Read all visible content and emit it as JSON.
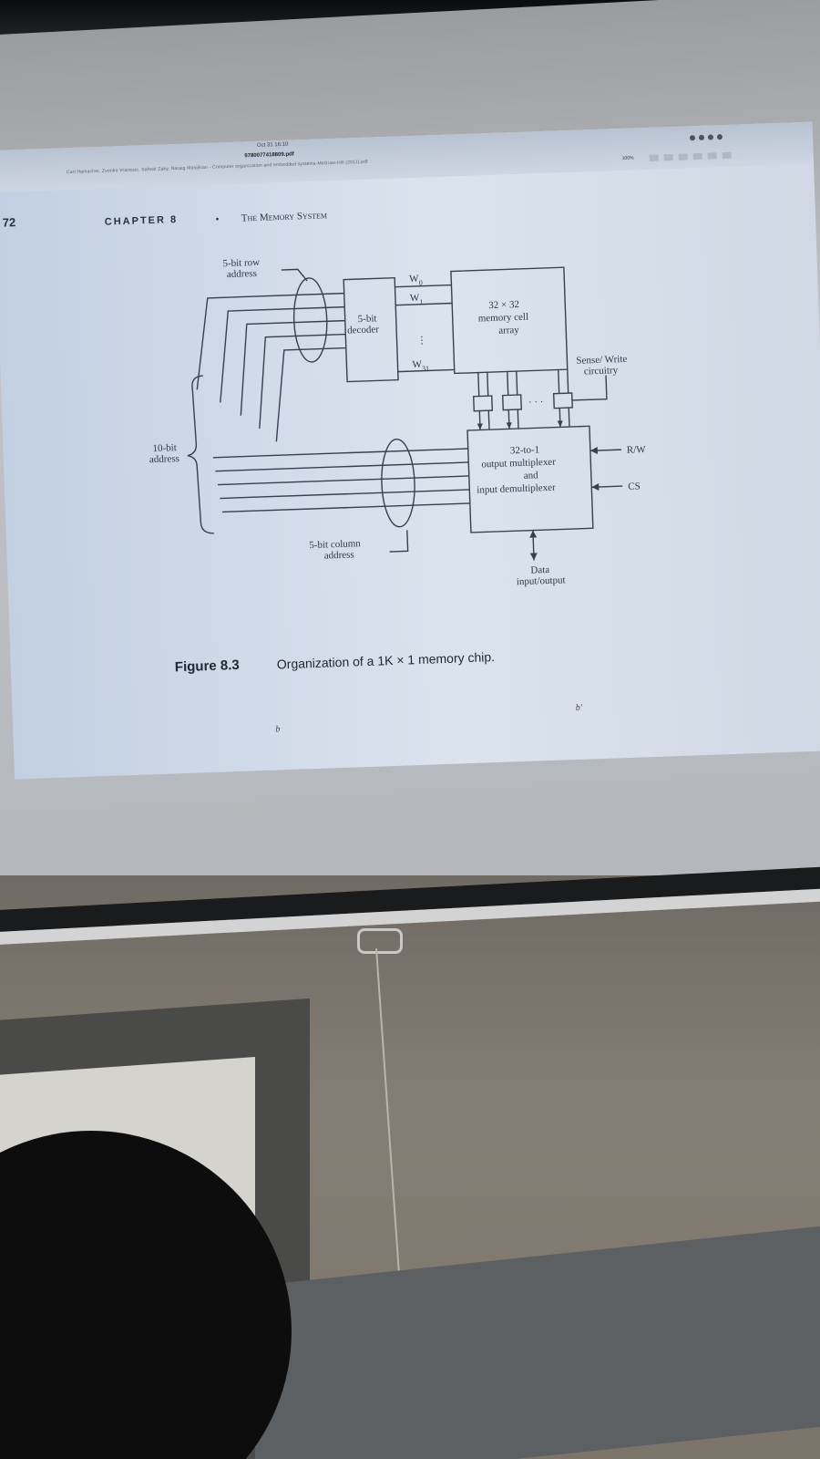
{
  "pdf_viewer": {
    "date_time": "Oct 31 16:10",
    "file_name": "9780077418809.pdf",
    "path_text": "Carl Hamacher, Zvonko Vranesic, Safwat Zaky, Naraig Manjikian - Computer organization and embedded systems-McGraw-Hill (2011).pdf",
    "zoom": "100%"
  },
  "page": {
    "number": "72",
    "chapter": "CHAPTER 8",
    "bullet": "•",
    "section": "The Memory System"
  },
  "diagram": {
    "row_address_line1": "5-bit row",
    "row_address_line2": "address",
    "decoder_line1": "5-bit",
    "decoder_line2": "decoder",
    "word_line_0": "W",
    "word_line_0_sub": "0",
    "word_line_1": "W",
    "word_line_1_sub": "1",
    "word_line_31": "W",
    "word_line_31_sub": "31",
    "ellipsis_vertical": "⋮",
    "array_line1": "32 × 32",
    "array_line2": "memory cell",
    "array_line3": "array",
    "sense_line1": "Sense/ Write",
    "sense_line2": "circuitry",
    "ellipsis_horizontal": "· · ·",
    "mux_line1": "32-to-1",
    "mux_line2": "output multiplexer",
    "mux_line3": "and",
    "mux_line4": "input demultiplexer",
    "rw_label": "R/W",
    "cs_label": "CS",
    "address_line1": "10-bit",
    "address_line2": "address",
    "column_address_line1": "5-bit column",
    "column_address_line2": "address",
    "data_line1": "Data",
    "data_line2": "input/output"
  },
  "caption": {
    "number": "Figure 8.3",
    "text": "Organization of a 1K × 1 memory chip."
  },
  "markers": {
    "b": "b",
    "b_prime": "b′"
  }
}
